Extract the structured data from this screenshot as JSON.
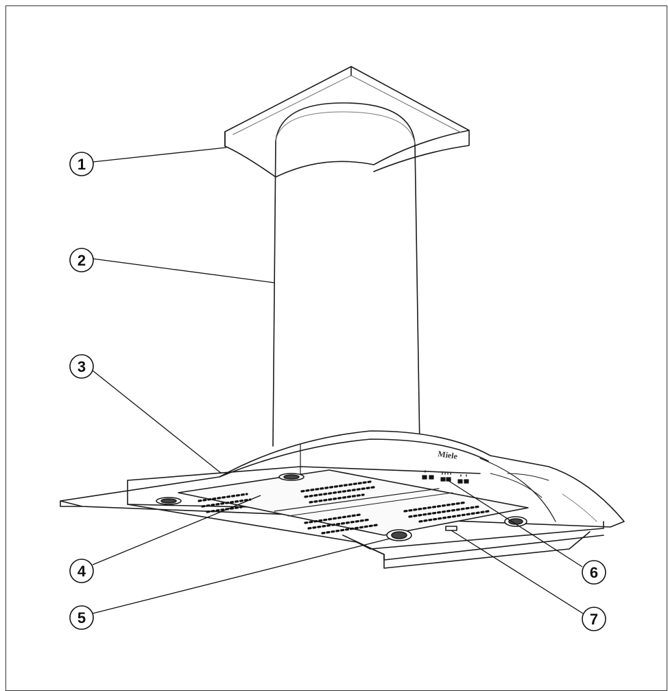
{
  "figure": {
    "brand_label": "Miele",
    "callouts": [
      {
        "id": "1",
        "label": "1"
      },
      {
        "id": "2",
        "label": "2"
      },
      {
        "id": "3",
        "label": "3"
      },
      {
        "id": "4",
        "label": "4"
      },
      {
        "id": "5",
        "label": "5"
      },
      {
        "id": "6",
        "label": "6"
      },
      {
        "id": "7",
        "label": "7"
      }
    ]
  }
}
